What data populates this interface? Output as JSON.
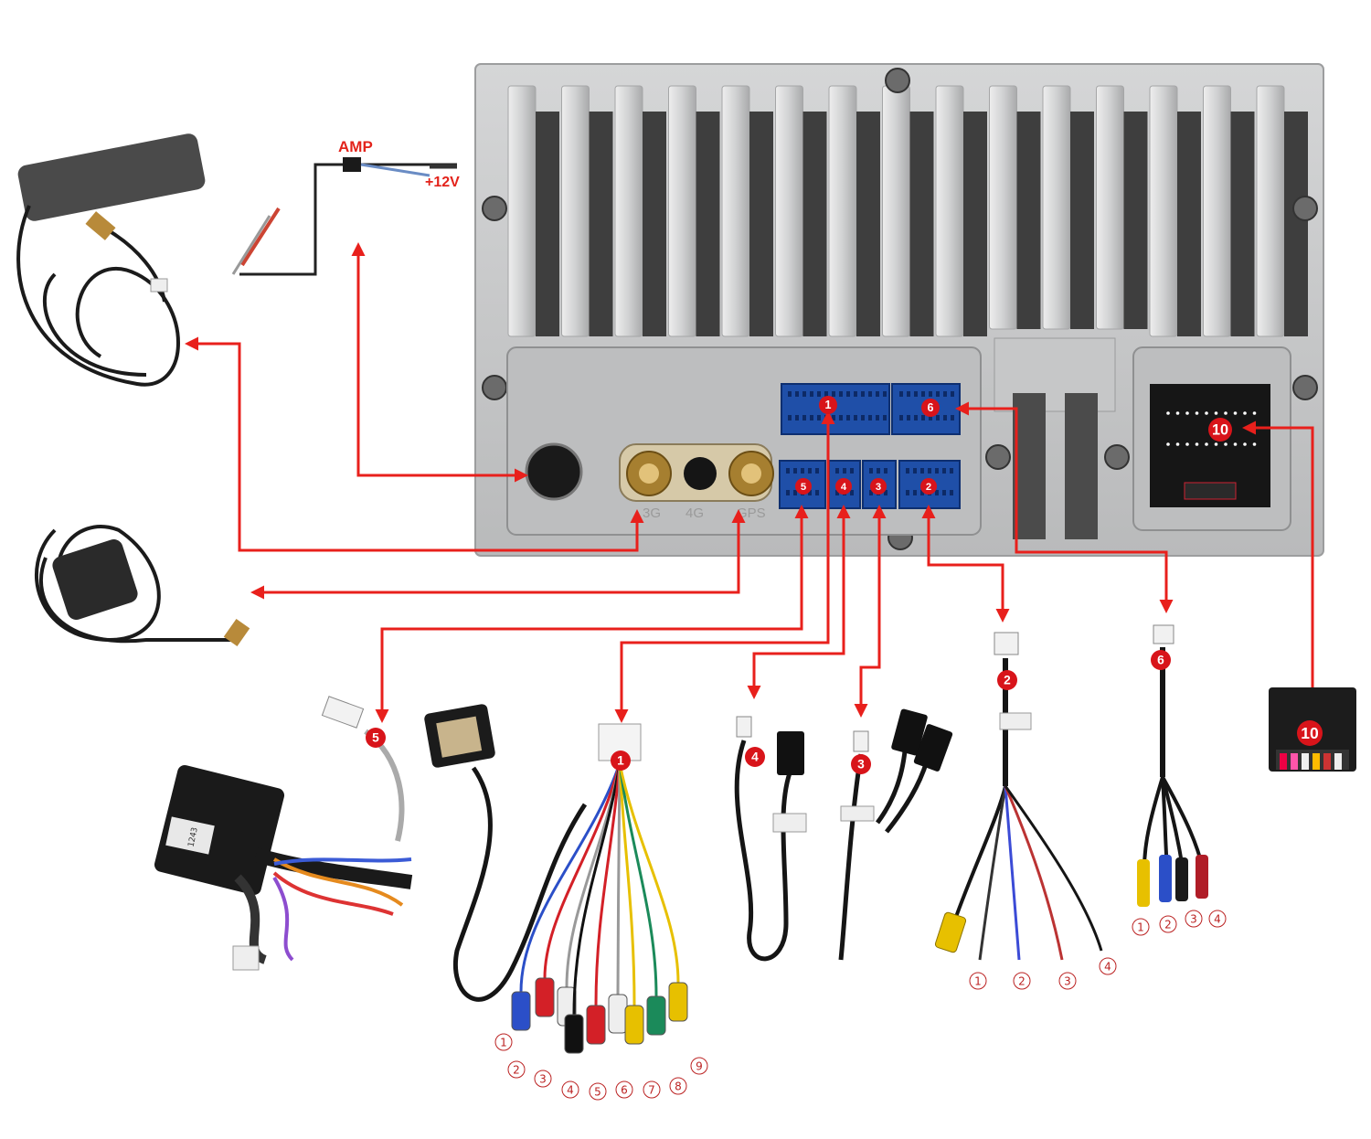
{
  "labels": {
    "amp": "AMP",
    "plus12v": "+12V",
    "ant_left": "3G",
    "ant_mid": "4G",
    "ant_right": "GPS",
    "connector_id": "1243"
  },
  "ports": [
    {
      "id": "port-1",
      "label": "1"
    },
    {
      "id": "port-6",
      "label": "6"
    },
    {
      "id": "port-5",
      "label": "5"
    },
    {
      "id": "port-4",
      "label": "4"
    },
    {
      "id": "port-3",
      "label": "3"
    },
    {
      "id": "port-2",
      "label": "2"
    },
    {
      "id": "port-10",
      "label": "10"
    }
  ],
  "cables": [
    {
      "id": "cable-5",
      "label": "5"
    },
    {
      "id": "cable-1",
      "label": "1"
    },
    {
      "id": "cable-4",
      "label": "4"
    },
    {
      "id": "cable-3",
      "label": "3"
    },
    {
      "id": "cable-2",
      "label": "2"
    },
    {
      "id": "cable-6",
      "label": "6"
    },
    {
      "id": "cable-10",
      "label": "10"
    }
  ],
  "pins_cable1": [
    "1",
    "2",
    "3",
    "4",
    "5",
    "6",
    "7",
    "8",
    "9"
  ],
  "pins_cable2": [
    "1",
    "2",
    "3",
    "4"
  ],
  "pins_cable6": [
    "1",
    "2",
    "3",
    "4"
  ],
  "colors": {
    "arrow": "#e8201c",
    "badge": "#d8141a",
    "chassis": "#c9cacb",
    "port_blue": "#1f4fa8"
  }
}
